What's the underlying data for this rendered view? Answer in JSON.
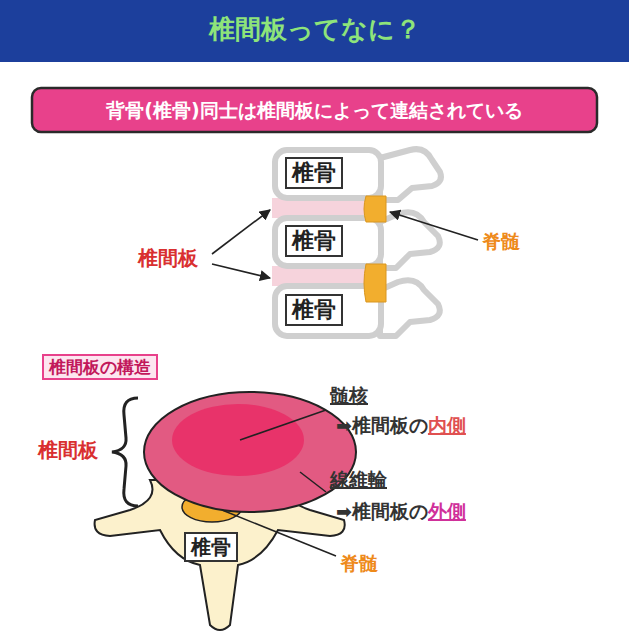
{
  "diagram": {
    "title": "椎間板ってなに？",
    "nodes": [
      {
        "text": [
          "背骨(椎骨)同士は椎間板によって連結されている"
        ]
      },
      {
        "text": [
          "椎骨"
        ]
      },
      {
        "text": [
          "椎骨"
        ]
      },
      {
        "text": [
          "椎骨"
        ]
      },
      {
        "text": [
          "椎間板の構造"
        ]
      },
      {
        "text": [
          "椎骨"
        ]
      }
    ],
    "labels": [
      "椎間板",
      "脊髄",
      "椎間板",
      "髄核",
      "➡椎間板の",
      "内側",
      "線維輪",
      "➡椎間板の",
      "外側",
      "脊髄"
    ]
  }
}
